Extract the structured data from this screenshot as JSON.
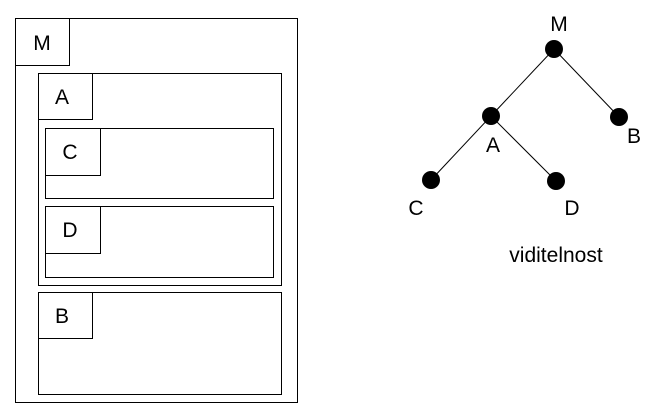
{
  "nested_boxes": {
    "module_m": "M",
    "module_a": "A",
    "module_c": "C",
    "module_d": "D",
    "module_b": "B"
  },
  "tree": {
    "node_m": "M",
    "node_a": "A",
    "node_b": "B",
    "node_c": "C",
    "node_d": "D",
    "caption": "viditelnost",
    "edges": [
      [
        "M",
        "A"
      ],
      [
        "M",
        "B"
      ],
      [
        "A",
        "C"
      ],
      [
        "A",
        "D"
      ]
    ]
  },
  "colors": {
    "stroke": "#000000",
    "node_fill": "#000000",
    "background": "#ffffff"
  }
}
